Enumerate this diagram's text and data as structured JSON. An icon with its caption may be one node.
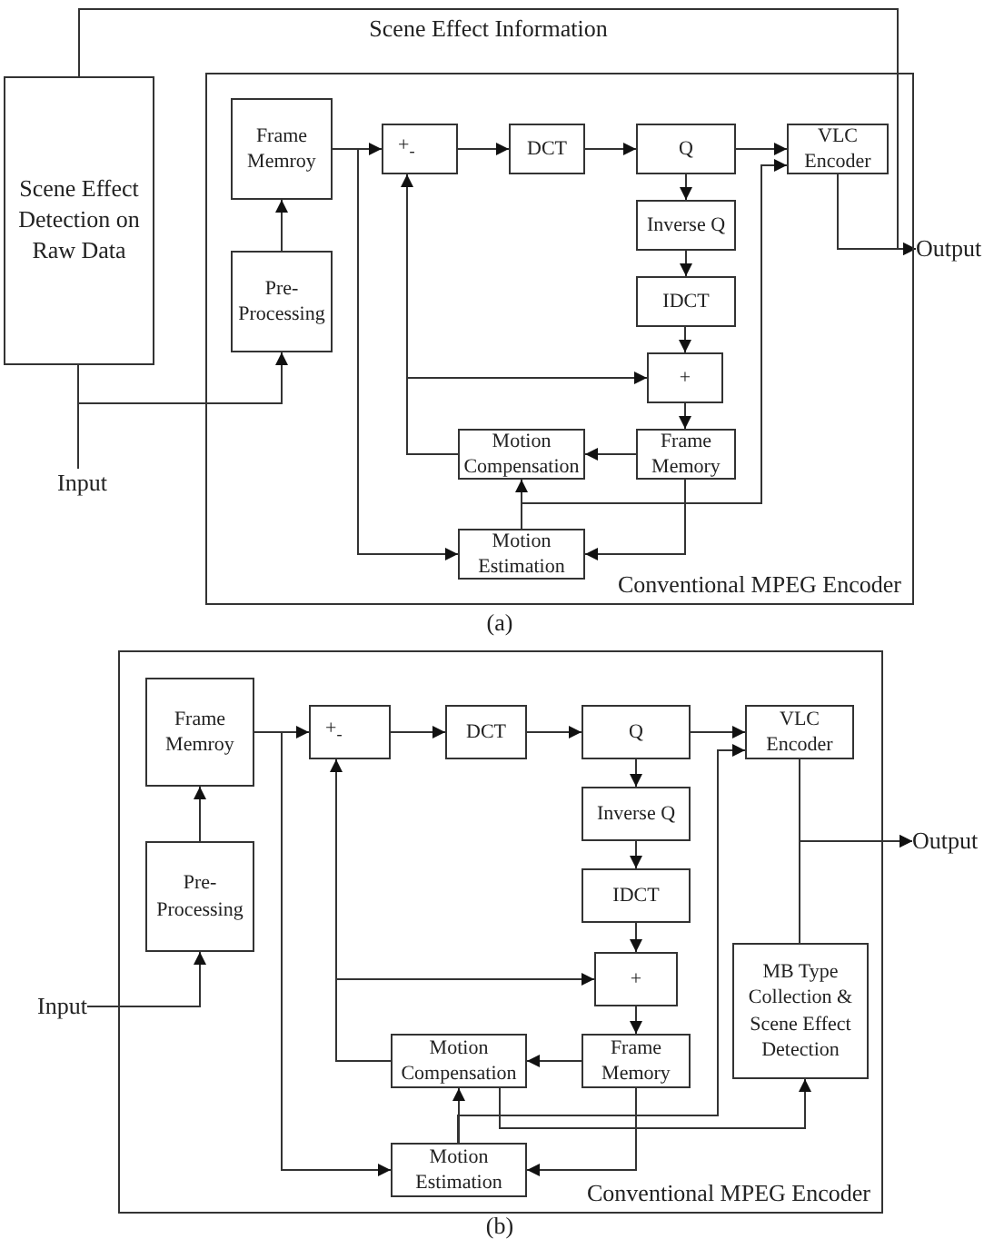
{
  "diagram": {
    "nodes": [
      {
        "text": [
          "Scene Effect Detection on Raw Data"
        ]
      },
      {
        "text": [
          "Conventional MPEG Encoder"
        ]
      },
      {
        "text": [
          "Frame Memroy"
        ],
        "in": 1
      },
      {
        "text": [
          "Pre-Processing"
        ],
        "in": 1
      },
      {
        "text": [
          "+$_{-}$"
        ],
        "in": 1
      },
      {
        "text": [
          "DCT"
        ],
        "in": 1
      },
      {
        "text": [
          "Q"
        ],
        "in": 1
      },
      {
        "text": [
          "VLC Encoder"
        ],
        "in": 1
      },
      {
        "text": [
          "Inverse Q"
        ],
        "in": 1
      },
      {
        "text": [
          "IDCT"
        ],
        "in": 1
      },
      {
        "text": [
          "+"
        ],
        "in": 1
      },
      {
        "text": [
          "Frame Memory"
        ],
        "in": 1
      },
      {
        "text": [
          "Motion Compensation"
        ],
        "in": 1
      },
      {
        "text": [
          "Motion Estimation"
        ],
        "in": 1
      },
      {
        "text": [
          "Input"
        ]
      },
      {
        "text": [
          "Output"
        ]
      },
      {
        "text": [
          "Conventional MPEG Encoder"
        ]
      },
      {
        "text": [
          "Frame Memroy"
        ],
        "in": 16
      },
      {
        "text": [
          "Pre-Processing"
        ],
        "in": 16
      },
      {
        "text": [
          "+$_{-}$"
        ],
        "in": 16
      },
      {
        "text": [
          "DCT"
        ],
        "in": 16
      },
      {
        "text": [
          "Q"
        ],
        "in": 16
      },
      {
        "text": [
          "VLC Encoder"
        ],
        "in": 16
      },
      {
        "text": [
          "Inverse Q"
        ],
        "in": 16
      },
      {
        "text": [
          "IDCT"
        ],
        "in": 16
      },
      {
        "text": [
          "+"
        ],
        "in": 16
      },
      {
        "text": [
          "Frame Memory"
        ],
        "in": 16
      },
      {
        "text": [
          "Motion Compensation"
        ],
        "in": 16
      },
      {
        "text": [
          "Motion Estimation"
        ],
        "in": 16
      },
      {
        "text": [
          "MB Type Collection & Scene Effect Detection"
        ],
        "in": 16
      },
      {
        "text": [
          "Input"
        ]
      },
      {
        "text": [
          "Output"
        ]
      }
    ],
    "edges": [
      {
        "from": 14,
        "to": 0,
        "arrow": "none"
      },
      {
        "from": 14,
        "to": 3,
        "arrow": "to"
      },
      {
        "from": 3,
        "to": 2,
        "arrow": "to"
      },
      {
        "from": 2,
        "to": 4,
        "arrow": "to"
      },
      {
        "from": 4,
        "to": 5,
        "arrow": "to"
      },
      {
        "from": 5,
        "to": 6,
        "arrow": "to"
      },
      {
        "from": 6,
        "to": 7,
        "arrow": "to"
      },
      {
        "from": 6,
        "to": 8,
        "arrow": "to"
      },
      {
        "from": 8,
        "to": 9,
        "arrow": "to"
      },
      {
        "from": 9,
        "to": 10,
        "arrow": "to"
      },
      {
        "from": 10,
        "to": 11,
        "arrow": "to"
      },
      {
        "from": 11,
        "to": 12,
        "arrow": "to"
      },
      {
        "from": 12,
        "to": 4,
        "arrow": "to"
      },
      {
        "from": 12,
        "to": 10,
        "arrow": "to"
      },
      {
        "from": 11,
        "to": 13,
        "arrow": "to"
      },
      {
        "from": 13,
        "to": 12,
        "arrow": "to"
      },
      {
        "from": 13,
        "to": 7,
        "arrow": "to"
      },
      {
        "from": 2,
        "to": 13,
        "arrow": "to"
      },
      {
        "from": 7,
        "to": 15,
        "arrow": "to"
      },
      {
        "from": 0,
        "to": 15,
        "arrow": "to",
        "label": "Scene Effect Information"
      },
      {
        "from": 30,
        "to": 18,
        "arrow": "to"
      },
      {
        "from": 18,
        "to": 17,
        "arrow": "to"
      },
      {
        "from": 17,
        "to": 19,
        "arrow": "to"
      },
      {
        "from": 19,
        "to": 20,
        "arrow": "to"
      },
      {
        "from": 20,
        "to": 21,
        "arrow": "to"
      },
      {
        "from": 21,
        "to": 22,
        "arrow": "to"
      },
      {
        "from": 21,
        "to": 23,
        "arrow": "to"
      },
      {
        "from": 23,
        "to": 24,
        "arrow": "to"
      },
      {
        "from": 24,
        "to": 25,
        "arrow": "to"
      },
      {
        "from": 25,
        "to": 26,
        "arrow": "to"
      },
      {
        "from": 26,
        "to": 27,
        "arrow": "to"
      },
      {
        "from": 27,
        "to": 19,
        "arrow": "to"
      },
      {
        "from": 27,
        "to": 25,
        "arrow": "to"
      },
      {
        "from": 26,
        "to": 28,
        "arrow": "to"
      },
      {
        "from": 28,
        "to": 27,
        "arrow": "to"
      },
      {
        "from": 28,
        "to": 22,
        "arrow": "to"
      },
      {
        "from": 17,
        "to": 28,
        "arrow": "to"
      },
      {
        "from": 22,
        "to": 31,
        "arrow": "to"
      },
      {
        "from": 29,
        "to": 31,
        "arrow": "to"
      },
      {
        "from": 27,
        "to": 29,
        "arrow": "to"
      }
    ],
    "labels": [
      "(a)",
      "(b)"
    ]
  }
}
